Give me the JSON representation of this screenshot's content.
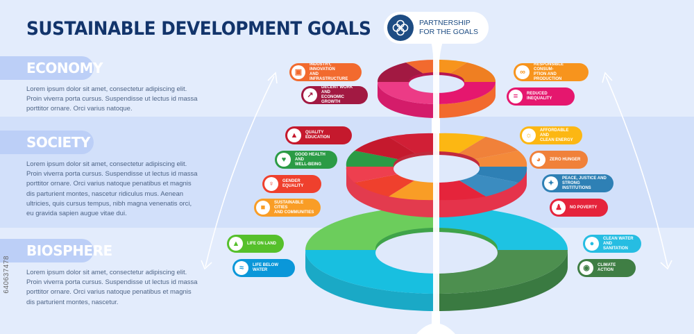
{
  "title": "SUSTAINABLE DEVELOPMENT GOALS",
  "partnership": {
    "text": "PARTNERSHIP\nFOR THE GOALS",
    "icon": "partnership-rings-icon"
  },
  "sections": {
    "economy": {
      "label": "ECONOMY",
      "text": "Lorem ipsum dolor sit amet, consectetur adipiscing elit. Proin viverra porta cursus. Suspendisse ut lectus id massa porttitor ornare. Orci varius natoque."
    },
    "society": {
      "label": "SOCIETY",
      "text": "Lorem ipsum dolor sit amet, consectetur adipiscing elit. Proin viverra porta cursus. Suspendisse ut lectus id massa porttitor ornare. Orci varius natoque penatibus et magnis dis parturient montes, nascetur ridiculus mus. Aenean ultricies, quis cursus tempus, nibh magna venenatis orci, eu gravida sapien augue vitae dui."
    },
    "biosphere": {
      "label": "BIOSPHERE",
      "text": "Lorem ipsum dolor sit amet, consectetur adipiscing elit. Proin viverra porta cursus. Suspendisse ut lectus id massa porttitor ornare. Orci varius natoque penatibus et magnis dis parturient montes, nascetur."
    }
  },
  "goals": {
    "industry": {
      "label": "INDUSTRY, INNOVATION\nAND INFRASTRUCTURE",
      "color": "#f26a2e",
      "icon": "cubes-icon"
    },
    "decent_work": {
      "label": "DECENT WORK AND\nECONOMIC GROWTH",
      "color": "#a21942",
      "icon": "growth-chart-icon"
    },
    "responsible": {
      "label": "RESPONSIBLE CONSUM-\nPTION AND PRODUCTION",
      "color": "#f7941d",
      "icon": "infinity-icon"
    },
    "reduced_inequality": {
      "label": "REDUCED INEQUALITY",
      "color": "#e5176e",
      "icon": "equality-icon"
    },
    "quality_education": {
      "label": "QUALITY EDUCATION",
      "color": "#c5192d",
      "icon": "graduation-cap-icon"
    },
    "good_health": {
      "label": "GOOD HEALTH AND\nWELL-BEING",
      "color": "#2b9b45",
      "icon": "heartbeat-icon"
    },
    "gender_equality": {
      "label": "GENDER EQUALITY",
      "color": "#ef402d",
      "icon": "gender-symbol-icon"
    },
    "sustainable_cities": {
      "label": "SUSTAINABLE CITIES\nAND COMMUNITIES",
      "color": "#f99d26",
      "icon": "city-icon"
    },
    "affordable_energy": {
      "label": "AFFORDABLE AND\nCLEAN ENERGY",
      "color": "#fcb713",
      "icon": "sun-energy-icon"
    },
    "zero_hunger": {
      "label": "ZERO HUNGER",
      "color": "#f0813a",
      "icon": "food-bowl-icon"
    },
    "peace_justice": {
      "label": "PEACE, JUSTICE AND\nSTRONG INSTITUTIONS",
      "color": "#2e80b5",
      "icon": "dove-icon"
    },
    "no_poverty": {
      "label": "NO POVERTY",
      "color": "#e5243b",
      "icon": "family-icon"
    },
    "life_on_land": {
      "label": "LIFE ON LAND",
      "color": "#56c02b",
      "icon": "tree-icon"
    },
    "life_below_water": {
      "label": "LIFE BELOW WATER",
      "color": "#0a97d9",
      "icon": "fish-icon"
    },
    "clean_water": {
      "label": "CLEAN WATER\nAND SANITATION",
      "color": "#26bde2",
      "icon": "water-drop-icon"
    },
    "climate_action": {
      "label": "CLIMATE ACTION",
      "color": "#3f7e44",
      "icon": "eye-globe-icon"
    }
  },
  "stock_id": "640637478"
}
